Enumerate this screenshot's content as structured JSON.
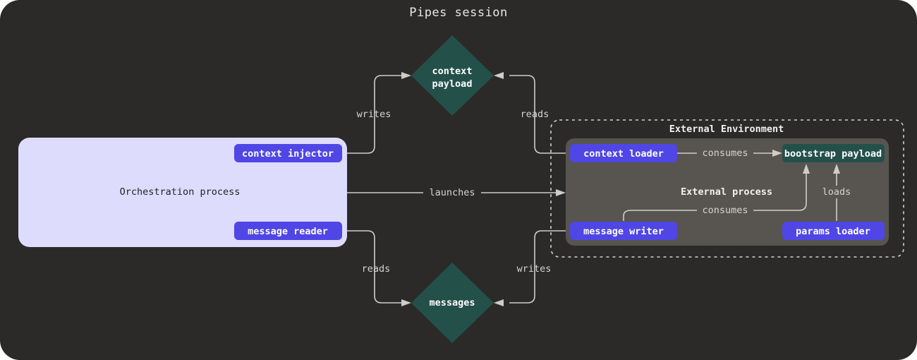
{
  "diagram": {
    "title": "Pipes session",
    "type": "flow-diagram",
    "colors": {
      "background": "#2b2a28",
      "panel_orchestration": "#dedcfc",
      "node_purple": "#4f46e5",
      "store_teal": "#24504a",
      "external_process_bg": "#585550",
      "edge_stroke": "#cfcdc9",
      "text_light": "#f2f1ef",
      "text_dark": "#232323"
    }
  },
  "orchestration": {
    "label": "Orchestration process",
    "nodes": [
      {
        "id": "context-injector",
        "label": "context injector"
      },
      {
        "id": "message-reader",
        "label": "message reader"
      }
    ]
  },
  "stores": [
    {
      "id": "context-payload",
      "label_line1": "context",
      "label_line2": "payload",
      "shape": "diamond"
    },
    {
      "id": "messages",
      "label_line1": "messages",
      "label_line2": "",
      "shape": "diamond"
    }
  ],
  "external_environment": {
    "title": "External Environment",
    "process": {
      "label": "External process",
      "nodes": [
        {
          "id": "context-loader",
          "label": "context loader",
          "shape": "pill",
          "color": "purple"
        },
        {
          "id": "bootstrap-payload",
          "label": "bootstrap payload",
          "shape": "rect",
          "color": "teal"
        },
        {
          "id": "message-writer",
          "label": "message writer",
          "shape": "pill",
          "color": "purple"
        },
        {
          "id": "params-loader",
          "label": "params loader",
          "shape": "pill",
          "color": "purple"
        }
      ]
    }
  },
  "edges": [
    {
      "id": "writes-context",
      "from": "context-injector",
      "to": "context-payload",
      "label": "writes"
    },
    {
      "id": "reads-context",
      "from": "context-payload",
      "to": "context-loader",
      "label": "reads"
    },
    {
      "id": "launches",
      "from": "orchestration",
      "to": "external-process",
      "label": "launches"
    },
    {
      "id": "reads-messages",
      "from": "messages",
      "to": "message-reader",
      "label": "reads"
    },
    {
      "id": "writes-messages",
      "from": "message-writer",
      "to": "messages",
      "label": "writes"
    },
    {
      "id": "consumes-context",
      "from": "context-loader",
      "to": "bootstrap-payload",
      "label": "consumes"
    },
    {
      "id": "consumes-message",
      "from": "message-writer",
      "to": "bootstrap-payload",
      "label": "consumes"
    },
    {
      "id": "loads-params",
      "from": "params-loader",
      "to": "bootstrap-payload",
      "label": "loads"
    }
  ]
}
